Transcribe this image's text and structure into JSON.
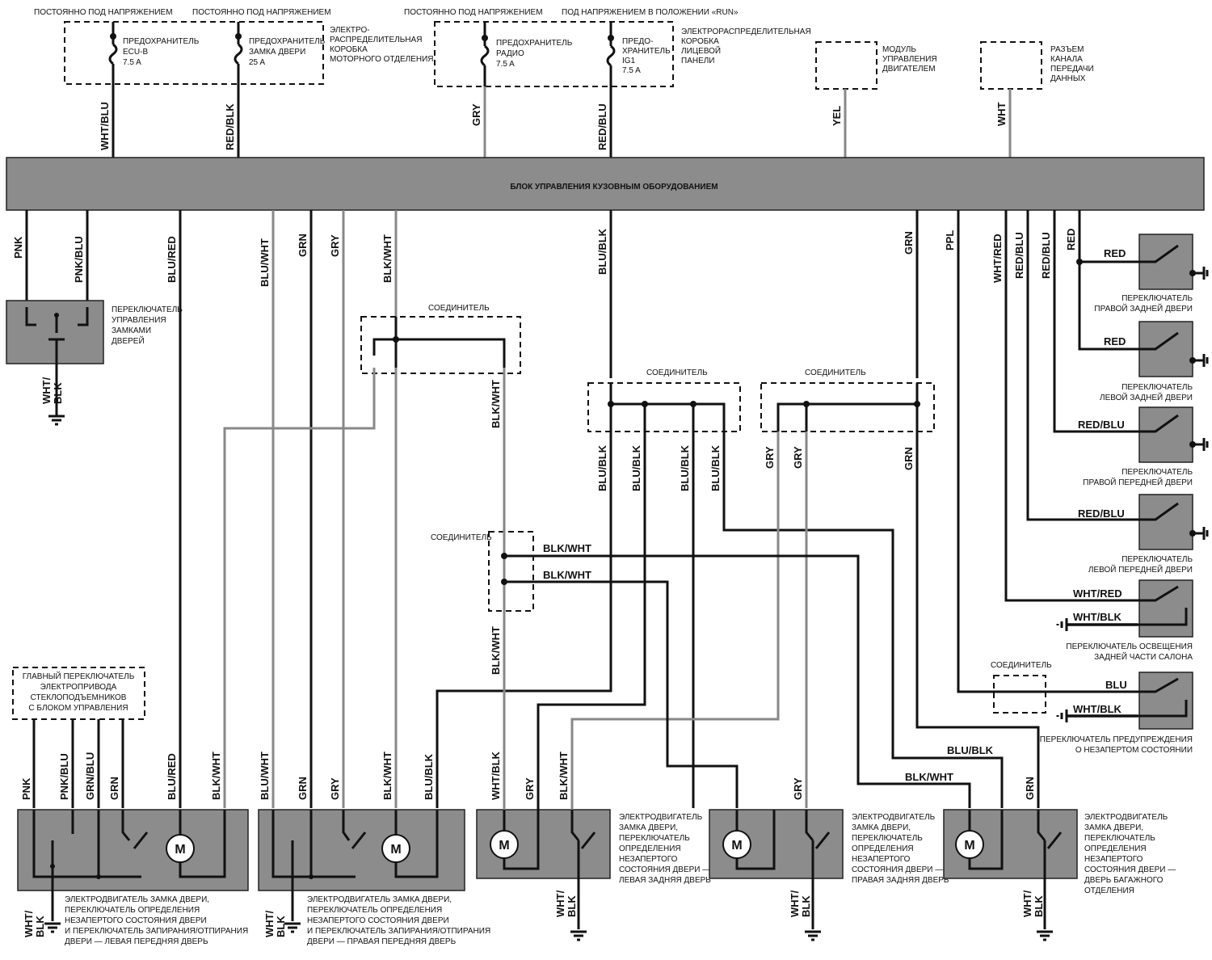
{
  "top": {
    "always_hot_1": "ПОСТОЯННО ПОД НАПРЯЖЕНИЕМ",
    "always_hot_2": "ПОСТОЯННО ПОД НАПРЯЖЕНИЕМ",
    "always_hot_3": "ПОСТОЯННО ПОД НАПРЯЖЕНИЕМ",
    "run_hot": "ПОД НАПРЯЖЕНИЕМ В ПОЛОЖЕНИИ «RUN»",
    "fuse_ecu": [
      "ПРЕДОХРАНИТЕЛЬ",
      "ECU-B",
      "7.5 A"
    ],
    "fuse_door": [
      "ПРЕДОХРАНИТЕЛЬ",
      "ЗАМКА ДВЕРИ",
      "25 A"
    ],
    "engine_box": [
      "ЭЛЕКТРО-",
      "РАСПРЕДЕЛИТЕЛЬНАЯ",
      "КОРОБКА",
      "МОТОРНОГО ОТДЕЛЕНИЯ"
    ],
    "fuse_radio": [
      "ПРЕДОХРАНИТЕЛЬ",
      "РАДИО",
      "7.5 A"
    ],
    "fuse_ig1": [
      "ПРЕДО-",
      "ХРАНИТЕЛЬ",
      "IG1",
      "7.5 A"
    ],
    "panel_box": [
      "ЭЛЕКТРОРАСПРЕДЕЛИТЕЛЬНАЯ",
      "КОРОБКА",
      "ЛИЦЕВОЙ",
      "ПАНЕЛИ"
    ],
    "ecm": [
      "МОДУЛЬ",
      "УПРАВЛЕНИЯ",
      "ДВИГАТЕЛЕМ"
    ],
    "dlc": [
      "РАЗЪЕМ",
      "КАНАЛА",
      "ПЕРЕДАЧИ",
      "ДАННЫХ"
    ]
  },
  "bcm_label": "БЛОК УПРАВЛЕНИЯ КУЗОВНЫМ ОБОРУДОВАНИЕМ",
  "top_wires": [
    "WHT/BLU",
    "RED/BLK",
    "GRY",
    "RED/BLU",
    "YEL",
    "WHT"
  ],
  "bottom_wires": [
    "PNK",
    "PNK/BLU",
    "BLU/RED",
    "BLU/WHT",
    "GRN",
    "GRY",
    "BLK/WHT",
    "BLU/BLK",
    "GRN",
    "PPL",
    "WHT/RED",
    "RED/BLU",
    "RED/BLU",
    "RED"
  ],
  "connector": "СОЕДИНИТЕЛЬ",
  "lock_switch": [
    "ПЕРЕКЛЮЧАТЕЛЬ",
    "УПРАВЛЕНИЯ",
    "ЗАМКАМИ",
    "ДВЕРЕЙ"
  ],
  "ground_wht_blk": [
    "WHT/",
    "BLK"
  ],
  "mid_wires": {
    "blu_blk": "BLU/BLK",
    "gry": "GRY",
    "grn": "GRN",
    "blk_wht": "BLK/WHT",
    "wht_blk": "WHT/BLK",
    "blu": "BLU",
    "red": "RED",
    "red_blu": "RED/BLU",
    "wht_red": "WHT/RED"
  },
  "right_switches": [
    [
      "ПЕРЕКЛЮЧАТЕЛЬ",
      "ПРАВОЙ ЗАДНЕЙ ДВЕРИ"
    ],
    [
      "ПЕРЕКЛЮЧАТЕЛЬ",
      "ЛЕВОЙ ЗАДНЕЙ ДВЕРИ"
    ],
    [
      "ПЕРЕКЛЮЧАТЕЛЬ",
      "ПРАВОЙ ПЕРЕДНЕЙ ДВЕРИ"
    ],
    [
      "ПЕРЕКЛЮЧАТЕЛЬ",
      "ЛЕВОЙ ПЕРЕДНЕЙ ДВЕРИ"
    ],
    [
      "ПЕРЕКЛЮЧАТЕЛЬ ОСВЕЩЕНИЯ",
      "ЗАДНЕЙ ЧАСТИ САЛОНА"
    ],
    [
      "ПЕРЕКЛЮЧАТЕЛЬ ПРЕДУПРЕЖДЕНИЯ",
      "О НЕЗАПЕРТОМ СОСТОЯНИИ"
    ]
  ],
  "master_switch": [
    "ГЛАВНЫЙ ПЕРЕКЛЮЧАТЕЛЬ",
    "ЭЛЕКТРОПРИВОДА",
    "СТЕКЛОПОДЪЕМНИКОВ",
    "С БЛОКОМ УПРАВЛЕНИЯ"
  ],
  "lf_wires": [
    "PNK",
    "PNK/BLU",
    "GRN/BLU",
    "GRN",
    "BLU/RED",
    "BLK/WHT"
  ],
  "rf_wires": [
    "BLU/WHT",
    "GRN",
    "GRY",
    "BLK/WHT",
    "BLU/BLK"
  ],
  "lr_wires": [
    "WHT/BLK",
    "GRY",
    "BLK/WHT"
  ],
  "rr_wires": [
    "GRY"
  ],
  "trunk_wires": [
    "GRN"
  ],
  "motor_symbol": "M",
  "lf_caption": [
    "ЭЛЕКТРОДВИГАТЕЛЬ ЗАМКА ДВЕРИ,",
    "ПЕРЕКЛЮЧАТЕЛЬ ОПРЕДЕЛЕНИЯ",
    "НЕЗАПЕРТОГО СОСТОЯНИЯ ДВЕРИ",
    "И ПЕРЕКЛЮЧАТЕЛЬ ЗАПИРАНИЯ/ОТПИРАНИЯ",
    "ДВЕРИ — ЛЕВАЯ ПЕРЕДНЯЯ ДВЕРЬ"
  ],
  "rf_caption": [
    "ЭЛЕКТРОДВИГАТЕЛЬ ЗАМКА ДВЕРИ,",
    "ПЕРЕКЛЮЧАТЕЛЬ ОПРЕДЕЛЕНИЯ",
    "НЕЗАПЕРТОГО СОСТОЯНИЯ ДВЕРИ",
    "И ПЕРЕКЛЮЧАТЕЛЬ ЗАПИРАНИЯ/ОТПИРАНИЯ",
    "ДВЕРИ — ПРАВАЯ ПЕРЕДНЯЯ ДВЕРЬ"
  ],
  "lr_caption": [
    "ЭЛЕКТРОДВИГАТЕЛЬ",
    "ЗАМКА ДВЕРИ,",
    "ПЕРЕКЛЮЧАТЕЛЬ",
    "ОПРЕДЕЛЕНИЯ",
    "НЕЗАПЕРТОГО",
    "СОСТОЯНИЯ ДВЕРИ —",
    "ЛЕВАЯ ЗАДНЯЯ ДВЕРЬ"
  ],
  "rr_caption": [
    "ЭЛЕКТРОДВИГАТЕЛЬ",
    "ЗАМКА ДВЕРИ,",
    "ПЕРЕКЛЮЧАТЕЛЬ",
    "ОПРЕДЕЛЕНИЯ",
    "НЕЗАПЕРТОГО",
    "СОСТОЯНИЯ ДВЕРИ —",
    "ПРАВАЯ ЗАДНЯЯ ДВЕРЬ"
  ],
  "trunk_caption": [
    "ЭЛЕКТРОДВИГАТЕЛЬ",
    "ЗАМКА ДВЕРИ,",
    "ПЕРЕКЛЮЧАТЕЛЬ",
    "ОПРЕДЕЛЕНИЯ",
    "НЕЗАПЕРТОГО",
    "СОСТОЯНИЯ ДВЕРИ —",
    "ДВЕРЬ БАГАЖНОГО",
    "ОТДЕЛЕНИЯ"
  ]
}
